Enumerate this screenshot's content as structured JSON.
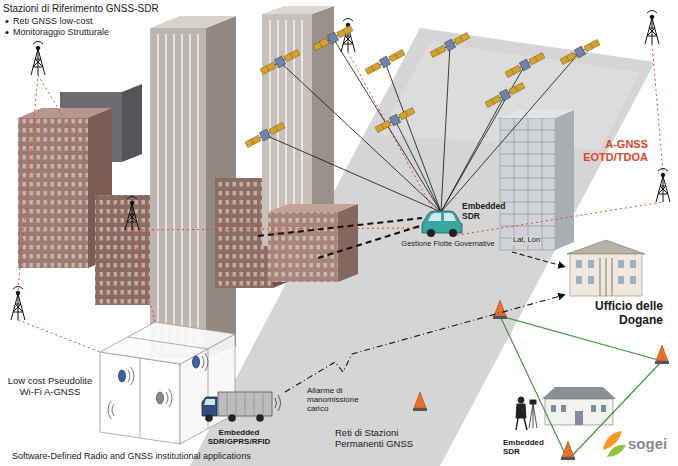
{
  "diagram": {
    "caption": "Software-Defined Radio and GNSS institutional applications",
    "nodes": [
      {
        "text": [
          "Embedded SDR",
          "Gestione Flotte Governative"
        ]
      },
      {
        "text": [
          "Ufficio delle Dogane"
        ]
      },
      {
        "text": [
          "Low cost Pseudolite Wi-Fi A-GNSS"
        ]
      },
      {
        "text": [
          "Embedded SDR/GPRS/RFID"
        ]
      },
      {
        "text": [
          "Embedded SDR"
        ]
      }
    ],
    "edges": [
      {
        "from": 0,
        "to": 1,
        "arrow": "to",
        "label": "Lat, Lon"
      },
      {
        "from": 3,
        "to": 1,
        "arrow": "to",
        "label": "Allarme di manomissione carico"
      }
    ],
    "labels": [
      "Stazioni di Riferimento GNSS-SDR",
      "Reti GNSS low-cost",
      "Monitoraggio Strutturale",
      "A-GNSS EOTD/TDOA",
      "Reti di Stazioni Permanenti GNSS",
      "sogei"
    ]
  }
}
